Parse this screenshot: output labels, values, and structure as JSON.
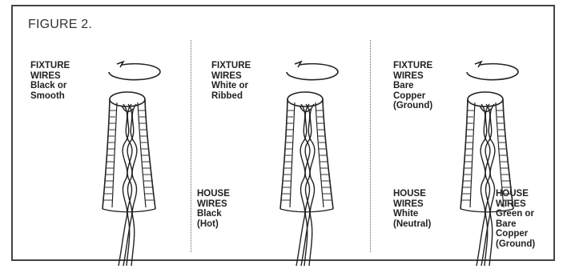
{
  "figure_title": "FIGURE 2.",
  "panels": [
    {
      "fixture_lines": [
        "FIXTURE",
        "WIRES",
        "Black or",
        "Smooth"
      ],
      "house_lines": [
        "HOUSE",
        "WIRES",
        "Black",
        "(Hot)"
      ]
    },
    {
      "fixture_lines": [
        "FIXTURE",
        "WIRES",
        "White or",
        "Ribbed"
      ],
      "house_lines": [
        "HOUSE",
        "WIRES",
        "White",
        "(Neutral)"
      ]
    },
    {
      "fixture_lines": [
        "FIXTURE",
        "WIRES",
        "Bare",
        "Copper",
        "(Ground)"
      ],
      "house_lines": [
        "HOUSE",
        "WIRES",
        "Green or",
        "Bare",
        "Copper",
        "(Ground)"
      ]
    }
  ]
}
